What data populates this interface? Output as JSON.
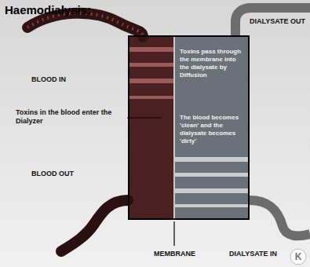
{
  "diagram": {
    "title": "Haemodialysis:",
    "nodes": [
      {
        "text": [
          "Toxins pass through the membrane into the dialysate by Diffusion",
          "The blood becomes 'clean' and the dialysate becomes 'dirty'"
        ]
      }
    ],
    "labels": [
      "DIALYSATE OUT",
      "BLOOD IN",
      "Toxins in the blood enter the Dialyzer",
      "BLOOD OUT",
      "MEMBRANE",
      "DIALYSATE IN",
      "K"
    ]
  }
}
